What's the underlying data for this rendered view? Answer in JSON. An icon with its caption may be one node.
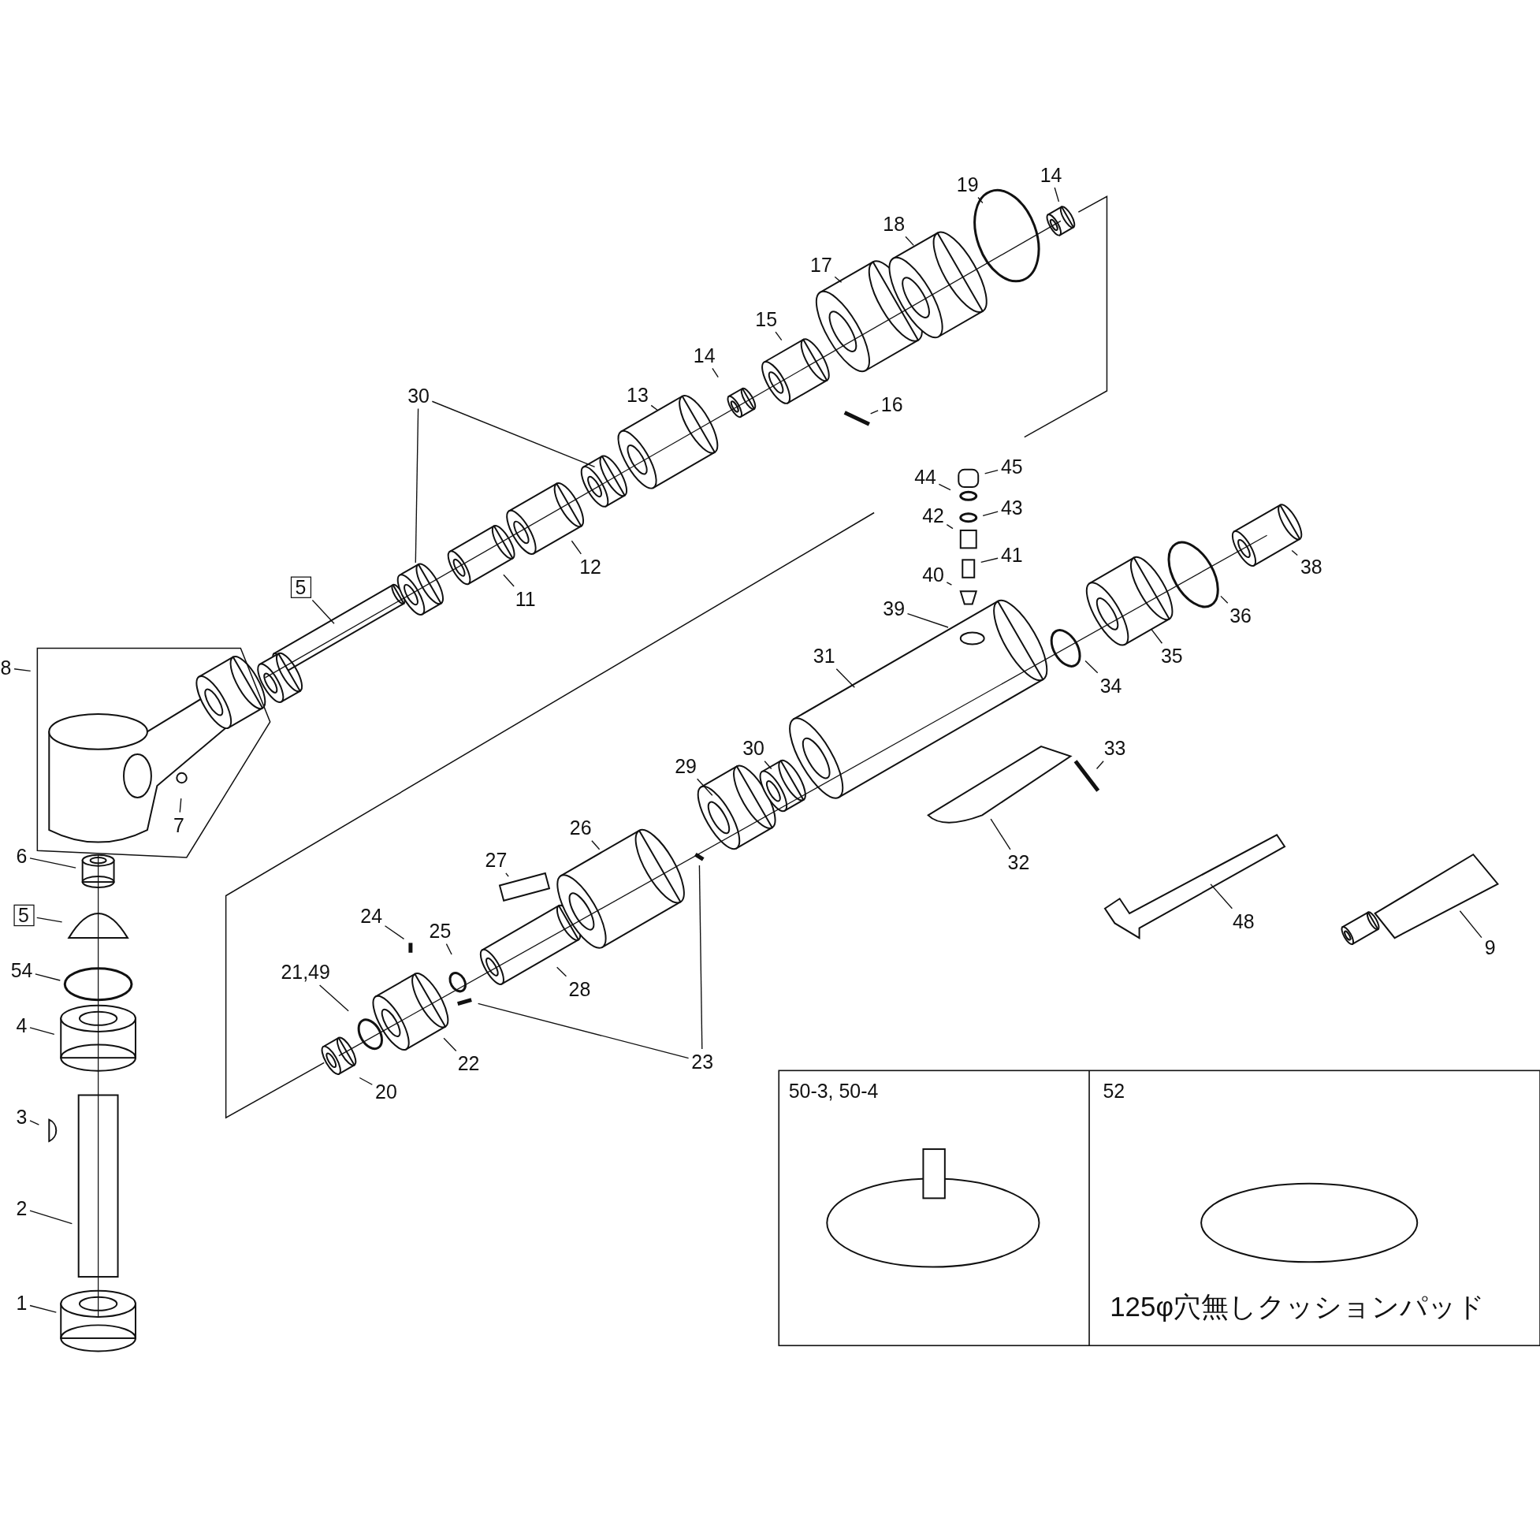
{
  "diagram": {
    "nodes": [
      {
        "text": [
          "19"
        ]
      },
      {
        "text": [
          "14"
        ]
      },
      {
        "text": [
          "18"
        ]
      },
      {
        "text": [
          "17"
        ]
      },
      {
        "text": [
          "15"
        ]
      },
      {
        "text": [
          "14"
        ]
      },
      {
        "text": [
          "16"
        ]
      },
      {
        "text": [
          "13"
        ]
      },
      {
        "text": [
          "30"
        ]
      },
      {
        "text": [
          "12"
        ]
      },
      {
        "text": [
          "11"
        ]
      },
      {
        "text": [
          "5"
        ]
      },
      {
        "text": [
          "8"
        ]
      },
      {
        "text": [
          "7"
        ]
      },
      {
        "text": [
          "6"
        ]
      },
      {
        "text": [
          "5"
        ]
      },
      {
        "text": [
          "54"
        ]
      },
      {
        "text": [
          "4"
        ]
      },
      {
        "text": [
          "3"
        ]
      },
      {
        "text": [
          "2"
        ]
      },
      {
        "text": [
          "1"
        ]
      },
      {
        "text": [
          "45"
        ]
      },
      {
        "text": [
          "44"
        ]
      },
      {
        "text": [
          "43"
        ]
      },
      {
        "text": [
          "42"
        ]
      },
      {
        "text": [
          "41"
        ]
      },
      {
        "text": [
          "40"
        ]
      },
      {
        "text": [
          "39"
        ]
      },
      {
        "text": [
          "38"
        ]
      },
      {
        "text": [
          "36"
        ]
      },
      {
        "text": [
          "35"
        ]
      },
      {
        "text": [
          "34"
        ]
      },
      {
        "text": [
          "31"
        ]
      },
      {
        "text": [
          "33"
        ]
      },
      {
        "text": [
          "32"
        ]
      },
      {
        "text": [
          "30"
        ]
      },
      {
        "text": [
          "29"
        ]
      },
      {
        "text": [
          "26"
        ]
      },
      {
        "text": [
          "27"
        ]
      },
      {
        "text": [
          "28"
        ]
      },
      {
        "text": [
          "48"
        ]
      },
      {
        "text": [
          "9"
        ]
      },
      {
        "text": [
          "24"
        ]
      },
      {
        "text": [
          "25"
        ]
      },
      {
        "text": [
          "21,49"
        ]
      },
      {
        "text": [
          "22"
        ]
      },
      {
        "text": [
          "23"
        ]
      },
      {
        "text": [
          "20"
        ]
      }
    ],
    "edges": [
      {
        "from": 0,
        "to": null,
        "arrow": "none"
      },
      {
        "from": 1,
        "to": null,
        "arrow": "none"
      },
      {
        "from": 2,
        "to": null,
        "arrow": "none"
      },
      {
        "from": 3,
        "to": null,
        "arrow": "none"
      },
      {
        "from": 4,
        "to": null,
        "arrow": "none"
      },
      {
        "from": 5,
        "to": null,
        "arrow": "none"
      },
      {
        "from": 6,
        "to": null,
        "arrow": "none"
      },
      {
        "from": 7,
        "to": null,
        "arrow": "none"
      },
      {
        "from": 8,
        "to": null,
        "arrow": "none"
      },
      {
        "from": 8,
        "to": null,
        "arrow": "none"
      },
      {
        "from": 9,
        "to": null,
        "arrow": "none"
      },
      {
        "from": 10,
        "to": null,
        "arrow": "none"
      },
      {
        "from": 11,
        "to": null,
        "arrow": "none"
      },
      {
        "from": 12,
        "to": null,
        "arrow": "none"
      },
      {
        "from": 13,
        "to": null,
        "arrow": "none"
      },
      {
        "from": 14,
        "to": null,
        "arrow": "none"
      },
      {
        "from": 15,
        "to": null,
        "arrow": "none"
      },
      {
        "from": 16,
        "to": null,
        "arrow": "none"
      },
      {
        "from": 17,
        "to": null,
        "arrow": "none"
      },
      {
        "from": 18,
        "to": null,
        "arrow": "none"
      },
      {
        "from": 19,
        "to": null,
        "arrow": "none"
      },
      {
        "from": 20,
        "to": null,
        "arrow": "none"
      },
      {
        "from": 21,
        "to": null,
        "arrow": "none"
      },
      {
        "from": 22,
        "to": null,
        "arrow": "none"
      },
      {
        "from": 23,
        "to": null,
        "arrow": "none"
      },
      {
        "from": 24,
        "to": null,
        "arrow": "none"
      },
      {
        "from": 25,
        "to": null,
        "arrow": "none"
      },
      {
        "from": 26,
        "to": null,
        "arrow": "none"
      },
      {
        "from": 27,
        "to": null,
        "arrow": "none"
      },
      {
        "from": 28,
        "to": null,
        "arrow": "none"
      },
      {
        "from": 29,
        "to": null,
        "arrow": "none"
      },
      {
        "from": 30,
        "to": null,
        "arrow": "none"
      },
      {
        "from": 31,
        "to": null,
        "arrow": "none"
      },
      {
        "from": 32,
        "to": null,
        "arrow": "none"
      },
      {
        "from": 33,
        "to": null,
        "arrow": "none"
      },
      {
        "from": 34,
        "to": null,
        "arrow": "none"
      },
      {
        "from": 35,
        "to": null,
        "arrow": "none"
      },
      {
        "from": 36,
        "to": null,
        "arrow": "none"
      },
      {
        "from": 37,
        "to": null,
        "arrow": "none"
      },
      {
        "from": 38,
        "to": null,
        "arrow": "none"
      },
      {
        "from": 39,
        "to": null,
        "arrow": "none"
      },
      {
        "from": 40,
        "to": null,
        "arrow": "none"
      },
      {
        "from": 41,
        "to": null,
        "arrow": "none"
      },
      {
        "from": 42,
        "to": null,
        "arrow": "none"
      },
      {
        "from": 43,
        "to": null,
        "arrow": "none"
      },
      {
        "from": 44,
        "to": null,
        "arrow": "none"
      },
      {
        "from": 45,
        "to": null,
        "arrow": "none"
      },
      {
        "from": 46,
        "to": null,
        "arrow": "none"
      },
      {
        "from": 46,
        "to": null,
        "arrow": "none"
      },
      {
        "from": 47,
        "to": null,
        "arrow": "none"
      }
    ],
    "labels": [
      "50-3, 50-4",
      "52",
      "125φ穴無しクッションパッド"
    ]
  }
}
